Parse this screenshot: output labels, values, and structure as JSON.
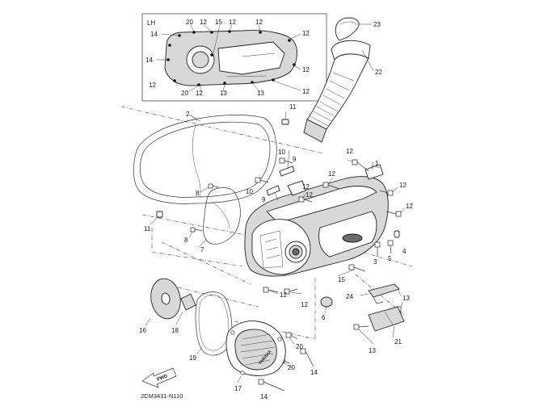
{
  "inset": {
    "label": "LH",
    "callouts": [
      {
        "id": "inset-14-top",
        "text": "14"
      },
      {
        "id": "inset-20-top",
        "text": "20"
      },
      {
        "id": "inset-12-a",
        "text": "12"
      },
      {
        "id": "inset-15",
        "text": "15"
      },
      {
        "id": "inset-12-b",
        "text": "12"
      },
      {
        "id": "inset-12-c",
        "text": "12"
      },
      {
        "id": "inset-12-d",
        "text": "12"
      },
      {
        "id": "inset-14-mid",
        "text": "14"
      },
      {
        "id": "inset-12-e",
        "text": "12"
      },
      {
        "id": "inset-12-f",
        "text": "12"
      },
      {
        "id": "inset-20-bot",
        "text": "20"
      },
      {
        "id": "inset-12-g",
        "text": "12"
      },
      {
        "id": "inset-13-a",
        "text": "13"
      },
      {
        "id": "inset-13-b",
        "text": "13"
      },
      {
        "id": "inset-12-h",
        "text": "12"
      }
    ]
  },
  "callouts": [
    {
      "id": "c23",
      "text": "23"
    },
    {
      "id": "c22",
      "text": "22"
    },
    {
      "id": "c11-top",
      "text": "11"
    },
    {
      "id": "c2",
      "text": "2"
    },
    {
      "id": "c10-a",
      "text": "10"
    },
    {
      "id": "c9-a",
      "text": "9"
    },
    {
      "id": "c12-a",
      "text": "12"
    },
    {
      "id": "c1",
      "text": "1"
    },
    {
      "id": "c12-b",
      "text": "12"
    },
    {
      "id": "c10-b",
      "text": "10"
    },
    {
      "id": "c9-b",
      "text": "9"
    },
    {
      "id": "c12-c",
      "text": "12"
    },
    {
      "id": "c12-d",
      "text": "12"
    },
    {
      "id": "c12-e",
      "text": "12"
    },
    {
      "id": "c12-f",
      "text": "12"
    },
    {
      "id": "c8-a",
      "text": "8"
    },
    {
      "id": "c11-bot",
      "text": "11"
    },
    {
      "id": "c4",
      "text": "4"
    },
    {
      "id": "c8-b",
      "text": "8"
    },
    {
      "id": "c7",
      "text": "7"
    },
    {
      "id": "c3",
      "text": "3"
    },
    {
      "id": "c5",
      "text": "5"
    },
    {
      "id": "c15",
      "text": "15"
    },
    {
      "id": "c12-g",
      "text": "12"
    },
    {
      "id": "c12-h",
      "text": "12"
    },
    {
      "id": "c24",
      "text": "24"
    },
    {
      "id": "c13-a",
      "text": "13"
    },
    {
      "id": "c6",
      "text": "6"
    },
    {
      "id": "c16",
      "text": "16"
    },
    {
      "id": "c18",
      "text": "18"
    },
    {
      "id": "c21",
      "text": "21"
    },
    {
      "id": "c13-b",
      "text": "13"
    },
    {
      "id": "c19",
      "text": "19"
    },
    {
      "id": "c20-a",
      "text": "20"
    },
    {
      "id": "c20-b",
      "text": "20"
    },
    {
      "id": "c17",
      "text": "17"
    },
    {
      "id": "c14-a",
      "text": "14"
    },
    {
      "id": "c14-b",
      "text": "14"
    }
  ],
  "fwd_label": "FWD",
  "brand_label": "YAMAHA",
  "ref_code": "2CM3431-N110"
}
